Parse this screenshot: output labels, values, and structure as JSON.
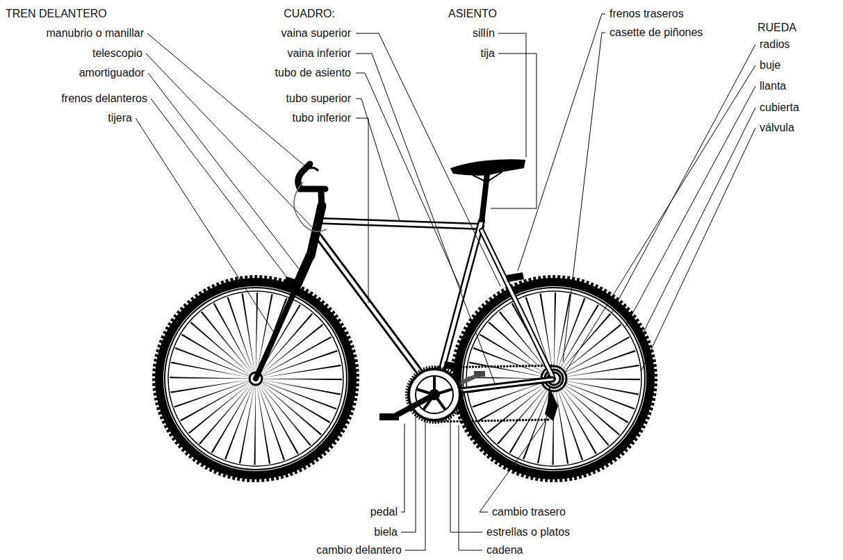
{
  "diagram": {
    "labels": [
      "TREN DELANTERO",
      "manubrio o manillar",
      "telescopio",
      "amortiguador",
      "frenos delanteros",
      "tijera",
      "CUADRO:",
      "vaina superior",
      "vaina inferior",
      "tubo de asiento",
      "tubo superior",
      "tubo inferior",
      "ASIENTO",
      "sillín",
      "tija",
      "frenos traseros",
      "casette de piñones",
      "RUEDA",
      "radios",
      "buje",
      "llanta",
      "cubierta",
      "válvula",
      "pedal",
      "biela",
      "cambio delantero",
      "cambio trasero",
      "estrellas o platos",
      "cadena"
    ]
  }
}
